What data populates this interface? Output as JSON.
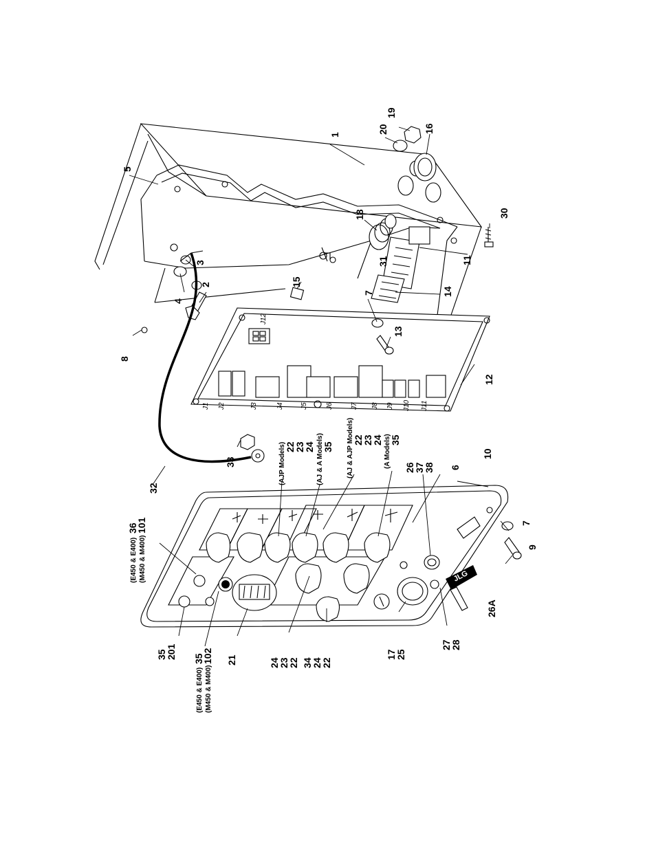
{
  "callouts": {
    "c1": "1",
    "c2": "2",
    "c3": "3",
    "c4": "4",
    "c5": "5",
    "c6": "6",
    "c7a": "7",
    "c7b": "7",
    "c8": "8",
    "c9": "9",
    "c10": "10",
    "c11": "11",
    "c12": "12",
    "c13": "13",
    "c14": "14",
    "c15": "15",
    "c16": "16",
    "c18": "18",
    "c19": "19",
    "c20": "20",
    "c21": "21",
    "c30": "30",
    "c31": "31",
    "c32": "32",
    "c33": "33",
    "c26a": "26A",
    "g_26_37_38": [
      "26",
      "37",
      "38"
    ],
    "g_27_28": [
      "27",
      "28"
    ],
    "g_17_25": [
      "17",
      "25"
    ],
    "g_34_24_22": [
      "34",
      "24",
      "22"
    ],
    "g_24_23_22": [
      "24",
      "23",
      "22"
    ],
    "g_35_201": [
      "35",
      "201"
    ],
    "ajp_models": {
      "note": "(AJP Models)",
      "nums": [
        "22",
        "23"
      ]
    },
    "aj_a_models": {
      "nums": [
        "24"
      ],
      "note": "(AJ & A Models)",
      "num2": "35"
    },
    "aj_ajp_models": {
      "note": "(AJ & AJP Models)",
      "nums": [
        "22",
        "23"
      ]
    },
    "a_models": {
      "nums": [
        "24"
      ],
      "note": "(A Models)",
      "num2": "35"
    },
    "e450_36": {
      "note": "(E450 & E400)",
      "num": "36"
    },
    "m450_101": {
      "note": "(M450 & M400)",
      "num": "101"
    },
    "e450_35": {
      "note": "(E450 & E400)",
      "num": "35"
    },
    "m450_102": {
      "note": "(M450 & M400)",
      "num": "102"
    }
  },
  "connectors": [
    "J1",
    "J2",
    "J3",
    "J4",
    "J5",
    "J6",
    "J7",
    "J8",
    "J9",
    "J10",
    "J11",
    "J12"
  ],
  "logo": "JLG"
}
